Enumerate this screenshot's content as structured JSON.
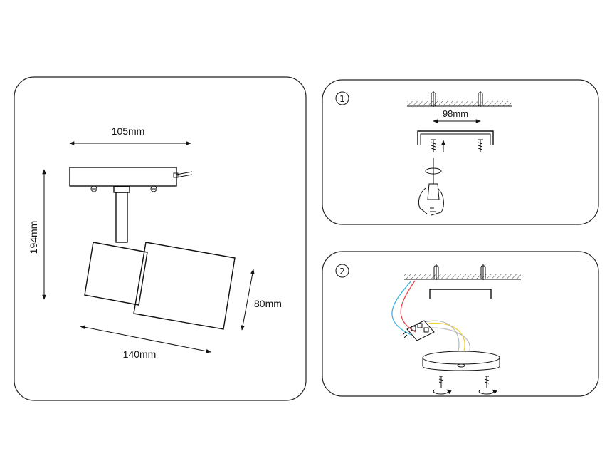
{
  "panel_left": {
    "width_top": "105mm",
    "height_total": "194mm",
    "head_length": "140mm",
    "head_diameter": "80mm"
  },
  "step1": {
    "number": "①",
    "spacing": "98mm"
  },
  "step2": {
    "number": "②"
  },
  "colors": {
    "wire_blue": "#3bb4e0",
    "wire_red": "#e8474b",
    "wire_yellow": "#f2d237",
    "wire_grey": "#bdbdbd",
    "stroke": "#111111"
  }
}
